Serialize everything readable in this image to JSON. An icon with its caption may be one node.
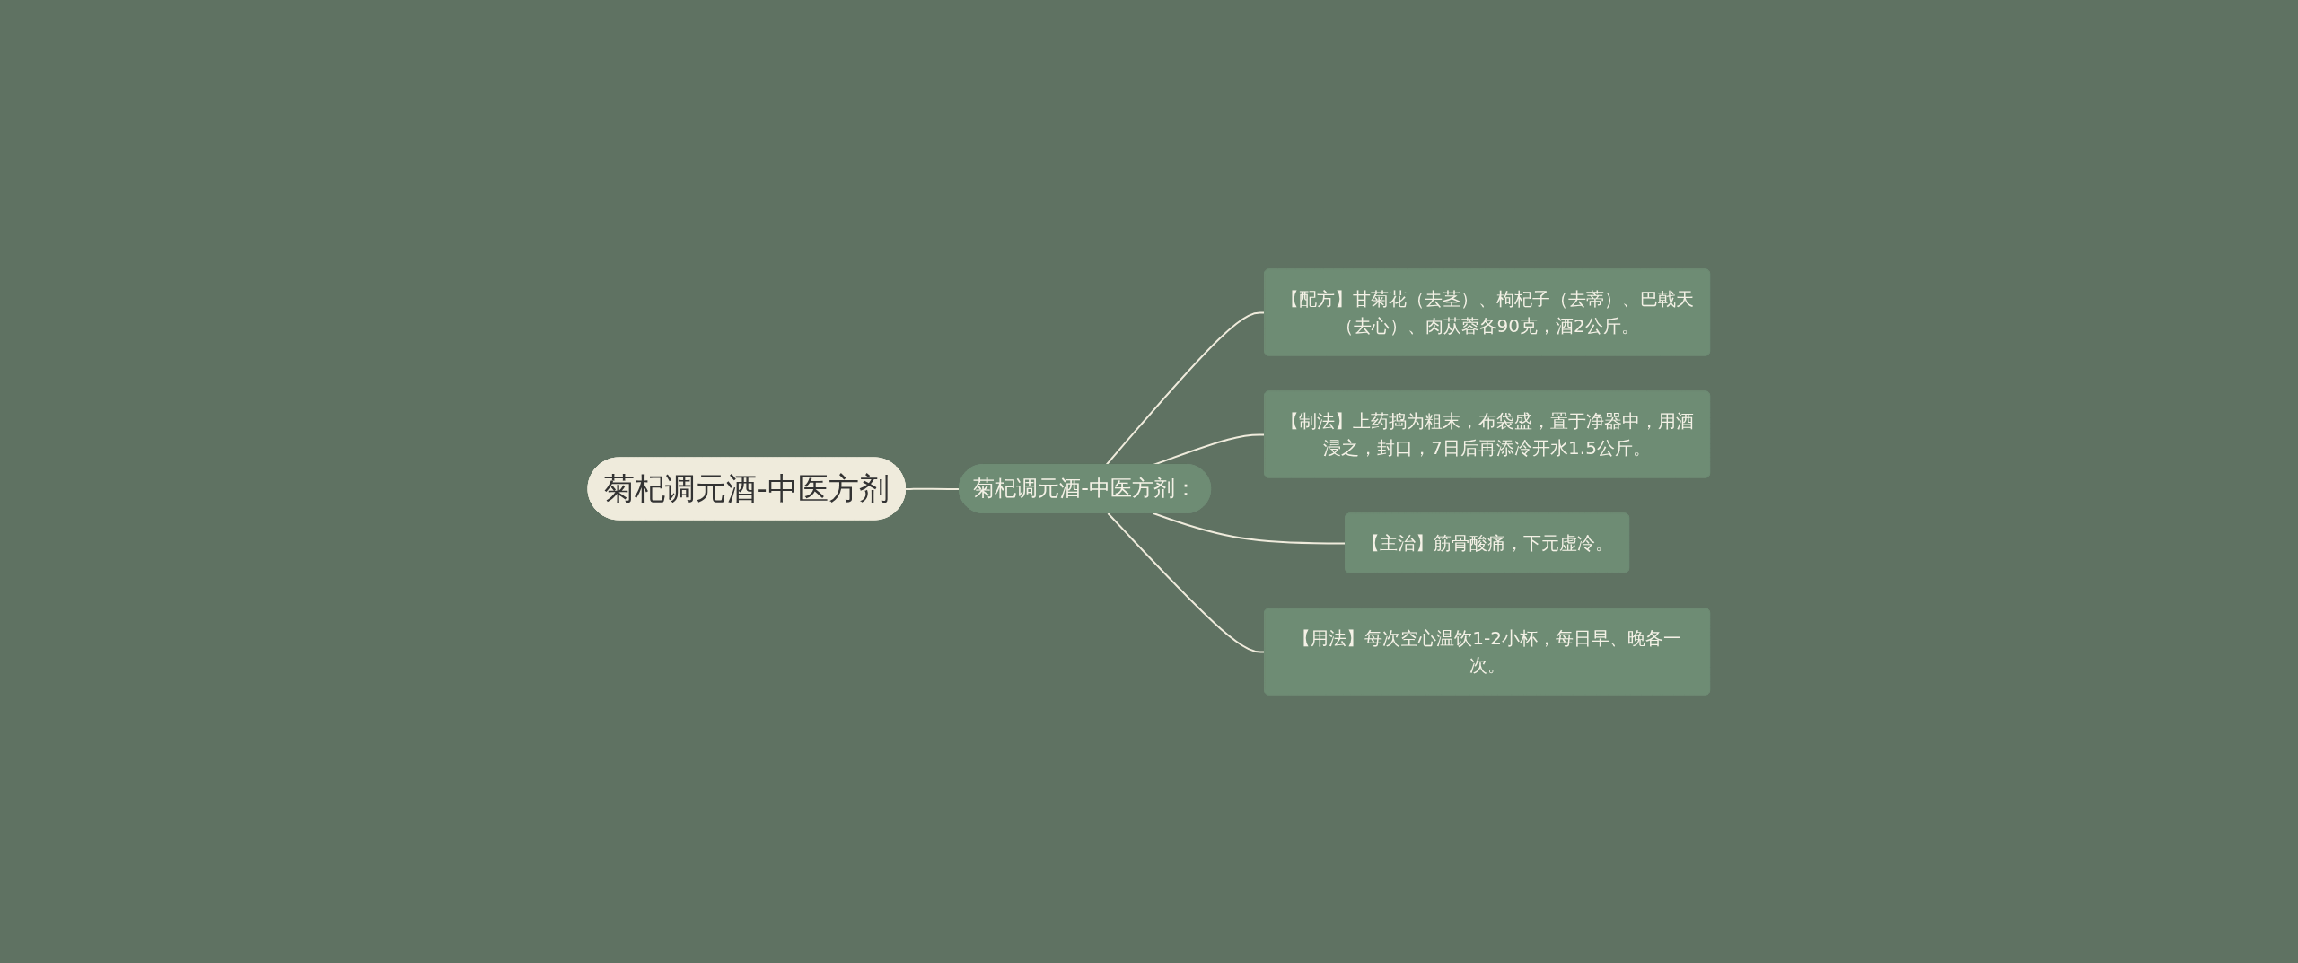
{
  "diagram": {
    "nodes": [
      {
        "text": [
          "菊杞调元酒-中医方剂"
        ]
      },
      {
        "text": [
          "菊杞调元酒-中医方剂："
        ]
      },
      {
        "text": [
          "【配方】甘菊花（去茎）、枸杞子（去蒂）、巴戟天（去心）、肉苁蓉各90克，酒2公斤。"
        ]
      },
      {
        "text": [
          "【制法】上药捣为粗末，布袋盛，置于净器中，用酒浸之，封口，7日后再添冷开水1.5公斤。"
        ]
      },
      {
        "text": [
          "【主治】筋骨酸痛，下元虚冷。"
        ]
      },
      {
        "text": [
          "【用法】每次空心温饮1-2小杯，每日早、晚各一次。"
        ]
      }
    ],
    "edges": [
      {
        "from": 0,
        "to": 1,
        "arrow": "none"
      },
      {
        "from": 1,
        "to": 2,
        "arrow": "none"
      },
      {
        "from": 1,
        "to": 3,
        "arrow": "none"
      },
      {
        "from": 1,
        "to": 4,
        "arrow": "none"
      },
      {
        "from": 1,
        "to": 5,
        "arrow": "none"
      }
    ]
  }
}
